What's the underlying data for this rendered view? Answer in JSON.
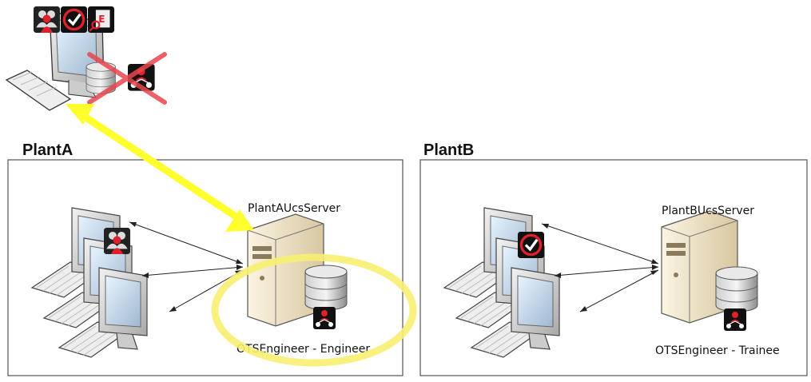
{
  "plants": [
    {
      "title": "PlantA",
      "server_label": "PlantAUcsServer",
      "database_label": "OTSEngineer - Engineer"
    },
    {
      "title": "PlantB",
      "server_label": "PlantBUcsServer",
      "database_label": "OTSEngineer - Trainee"
    }
  ],
  "colors": {
    "highlight_arrow": "#ffff2e",
    "highlight_ring": "#f7ef72",
    "cross_mark": "#e8464f",
    "plant_border": "#555555",
    "server_body": "#efe3c8",
    "monitor_frame": "#d8d8d8"
  },
  "icons": {
    "client_top": [
      "user-group-icon",
      "approve-icon",
      "document-icon"
    ],
    "plant_a_client": "user-group-icon",
    "plant_b_client": "approve-icon",
    "database": "database-icon",
    "role_badge": "role-hierarchy-icon"
  }
}
